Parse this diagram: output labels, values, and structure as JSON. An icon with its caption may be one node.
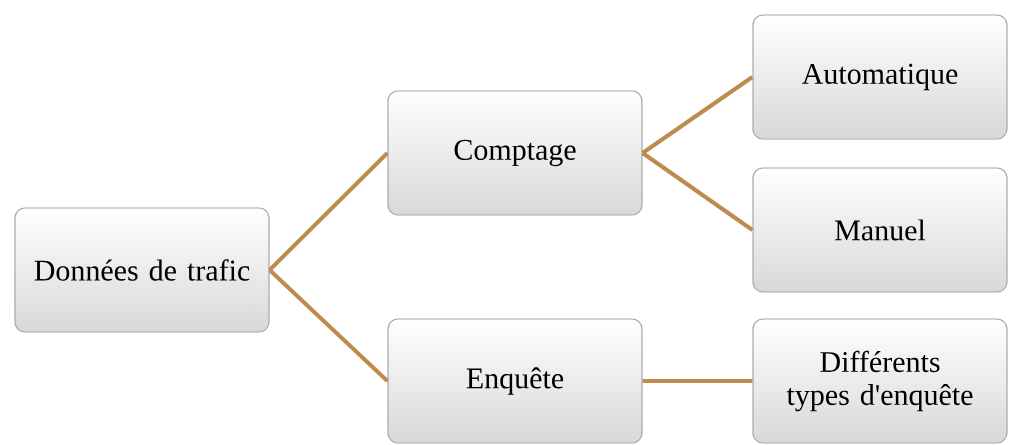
{
  "diagram": {
    "nodes": [
      {
        "text": [
          "Données de trafic"
        ]
      },
      {
        "text": [
          "Comptage"
        ]
      },
      {
        "text": [
          "Enquête"
        ]
      },
      {
        "text": [
          "Automatique"
        ]
      },
      {
        "text": [
          "Manuel"
        ]
      },
      {
        "text": [
          "Différents types d'enquête"
        ]
      }
    ],
    "edges": [
      {
        "from": 0,
        "to": 1,
        "arrow": "none"
      },
      {
        "from": 0,
        "to": 2,
        "arrow": "none"
      },
      {
        "from": 1,
        "to": 3,
        "arrow": "none"
      },
      {
        "from": 1,
        "to": 4,
        "arrow": "none"
      },
      {
        "from": 2,
        "to": 5,
        "arrow": "none"
      }
    ]
  }
}
